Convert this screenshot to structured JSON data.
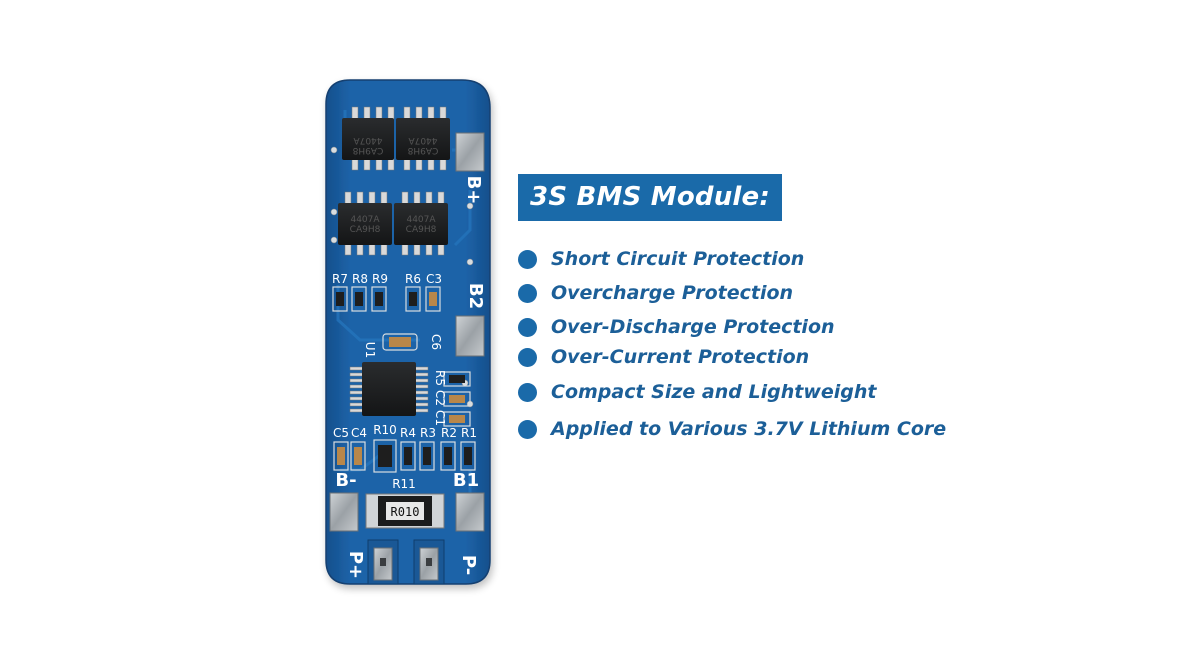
{
  "colors": {
    "accent": "#1a6aa9",
    "board_blue": "#1c63a8",
    "text_blue": "#1c5f98"
  },
  "title": "3S BMS Module:",
  "features": [
    "Short Circuit Protection",
    "Overcharge Protection",
    "Over-Discharge Protection",
    "Over-Current Protection",
    "Compact Size and Lightweight",
    "Applied to Various 3.7V Lithium Core"
  ],
  "board": {
    "labels": {
      "b_plus": "B+",
      "b2": "B2",
      "b_minus": "B-",
      "b1": "B1",
      "p_plus": "P+",
      "p_minus": "P-",
      "r7": "R7",
      "r8": "R8",
      "r9": "R9",
      "r6": "R6",
      "c3": "C3",
      "c6": "C6",
      "u1": "U1",
      "c5": "C5",
      "c4": "C4",
      "r10": "R10",
      "r4": "R4",
      "r3": "R3",
      "r2": "R2",
      "r1": "R1",
      "r11": "R11",
      "r5": "R5",
      "c2": "C2",
      "c1": "C1",
      "shunt_marking": "R010",
      "mosfet_marking_1": "4407A",
      "mosfet_marking_2": "CA9H8"
    }
  }
}
